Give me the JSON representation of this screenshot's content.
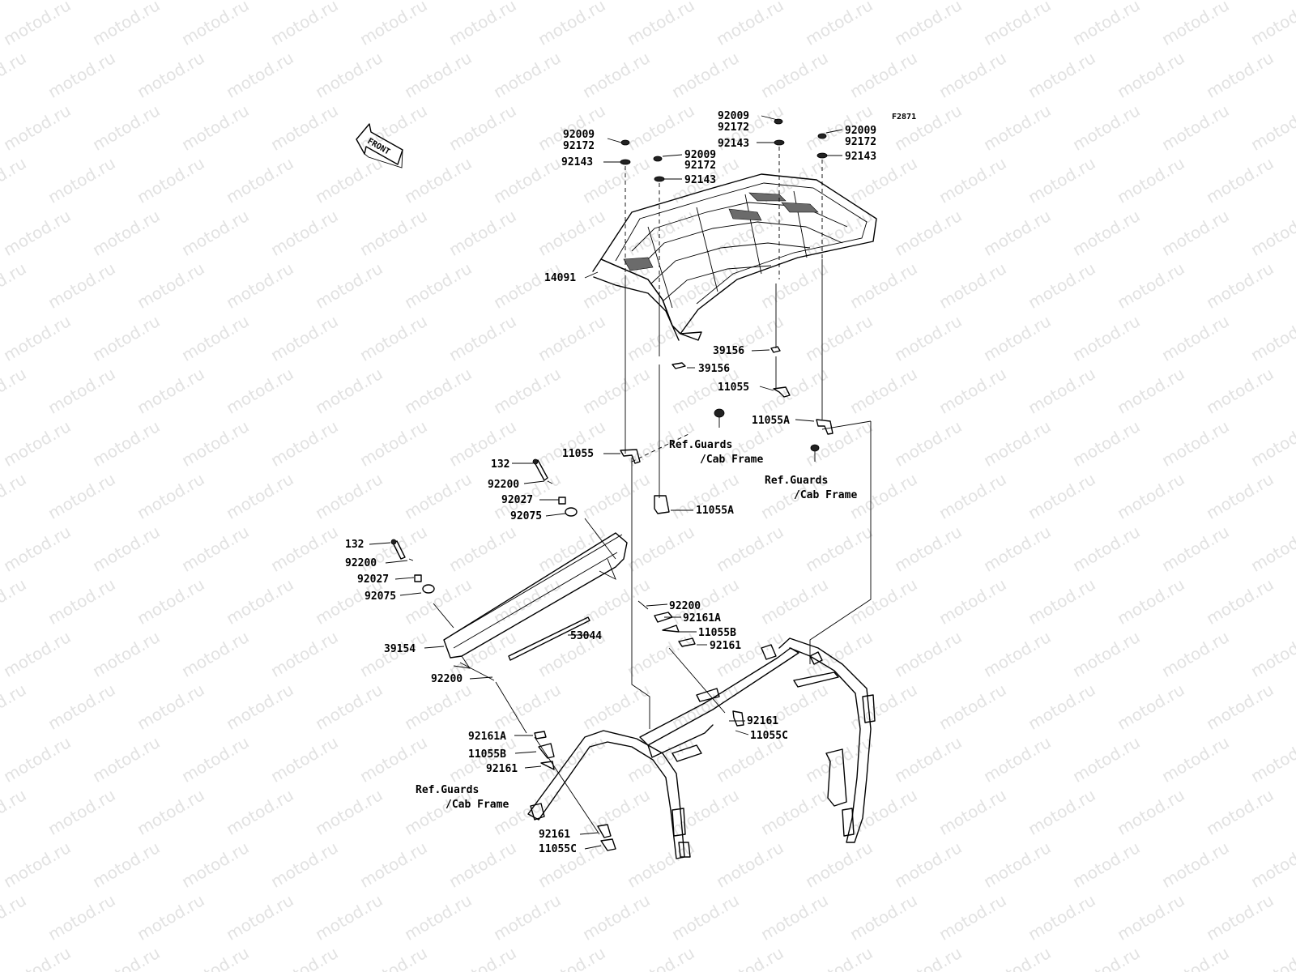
{
  "watermark": "motod.ru",
  "figure_id": "F2871",
  "front_indicator": {
    "text": "FRONT",
    "icon": "front-arrow-icon"
  },
  "labels": [
    {
      "id": "l-92009-a",
      "text": "92009"
    },
    {
      "id": "l-92172-a",
      "text": "92172"
    },
    {
      "id": "l-92143-a",
      "text": "92143"
    },
    {
      "id": "l-92009-b",
      "text": "92009"
    },
    {
      "id": "l-92172-b",
      "text": "92172"
    },
    {
      "id": "l-92143-b",
      "text": "92143"
    },
    {
      "id": "l-92009-c",
      "text": "92009"
    },
    {
      "id": "l-92172-c",
      "text": "92172"
    },
    {
      "id": "l-92143-c",
      "text": "92143"
    },
    {
      "id": "l-92009-d",
      "text": "92009"
    },
    {
      "id": "l-92172-d",
      "text": "92172"
    },
    {
      "id": "l-92143-d",
      "text": "92143"
    },
    {
      "id": "l-14091",
      "text": "14091"
    },
    {
      "id": "l-39156-a",
      "text": "39156"
    },
    {
      "id": "l-39156-b",
      "text": "39156"
    },
    {
      "id": "l-11055-a",
      "text": "11055"
    },
    {
      "id": "l-11055A-a",
      "text": "11055A"
    },
    {
      "id": "l-ref-a1",
      "text": "Ref.Guards"
    },
    {
      "id": "l-ref-a2",
      "text": "/Cab Frame"
    },
    {
      "id": "l-ref-b1",
      "text": "Ref.Guards"
    },
    {
      "id": "l-ref-b2",
      "text": "/Cab Frame"
    },
    {
      "id": "l-11055-b",
      "text": "11055"
    },
    {
      "id": "l-11055A-b",
      "text": "11055A"
    },
    {
      "id": "l-132-a",
      "text": "132"
    },
    {
      "id": "l-92200-a",
      "text": "92200"
    },
    {
      "id": "l-92027-a",
      "text": "92027"
    },
    {
      "id": "l-92075-a",
      "text": "92075"
    },
    {
      "id": "l-132-b",
      "text": "132"
    },
    {
      "id": "l-92200-b",
      "text": "92200"
    },
    {
      "id": "l-92027-b",
      "text": "92027"
    },
    {
      "id": "l-92075-b",
      "text": "92075"
    },
    {
      "id": "l-92200-c",
      "text": "92200"
    },
    {
      "id": "l-92161A-a",
      "text": "92161A"
    },
    {
      "id": "l-11055B-a",
      "text": "11055B"
    },
    {
      "id": "l-92161-a",
      "text": "92161"
    },
    {
      "id": "l-53044",
      "text": "53044"
    },
    {
      "id": "l-39154",
      "text": "39154"
    },
    {
      "id": "l-92200-d",
      "text": "92200"
    },
    {
      "id": "l-92161-b",
      "text": "92161"
    },
    {
      "id": "l-11055C-a",
      "text": "11055C"
    },
    {
      "id": "l-92161A-b",
      "text": "92161A"
    },
    {
      "id": "l-11055B-b",
      "text": "11055B"
    },
    {
      "id": "l-92161-c",
      "text": "92161"
    },
    {
      "id": "l-ref-c1",
      "text": "Ref.Guards"
    },
    {
      "id": "l-ref-c2",
      "text": "/Cab Frame"
    },
    {
      "id": "l-92161-d",
      "text": "92161"
    },
    {
      "id": "l-11055C-b",
      "text": "11055C"
    }
  ]
}
